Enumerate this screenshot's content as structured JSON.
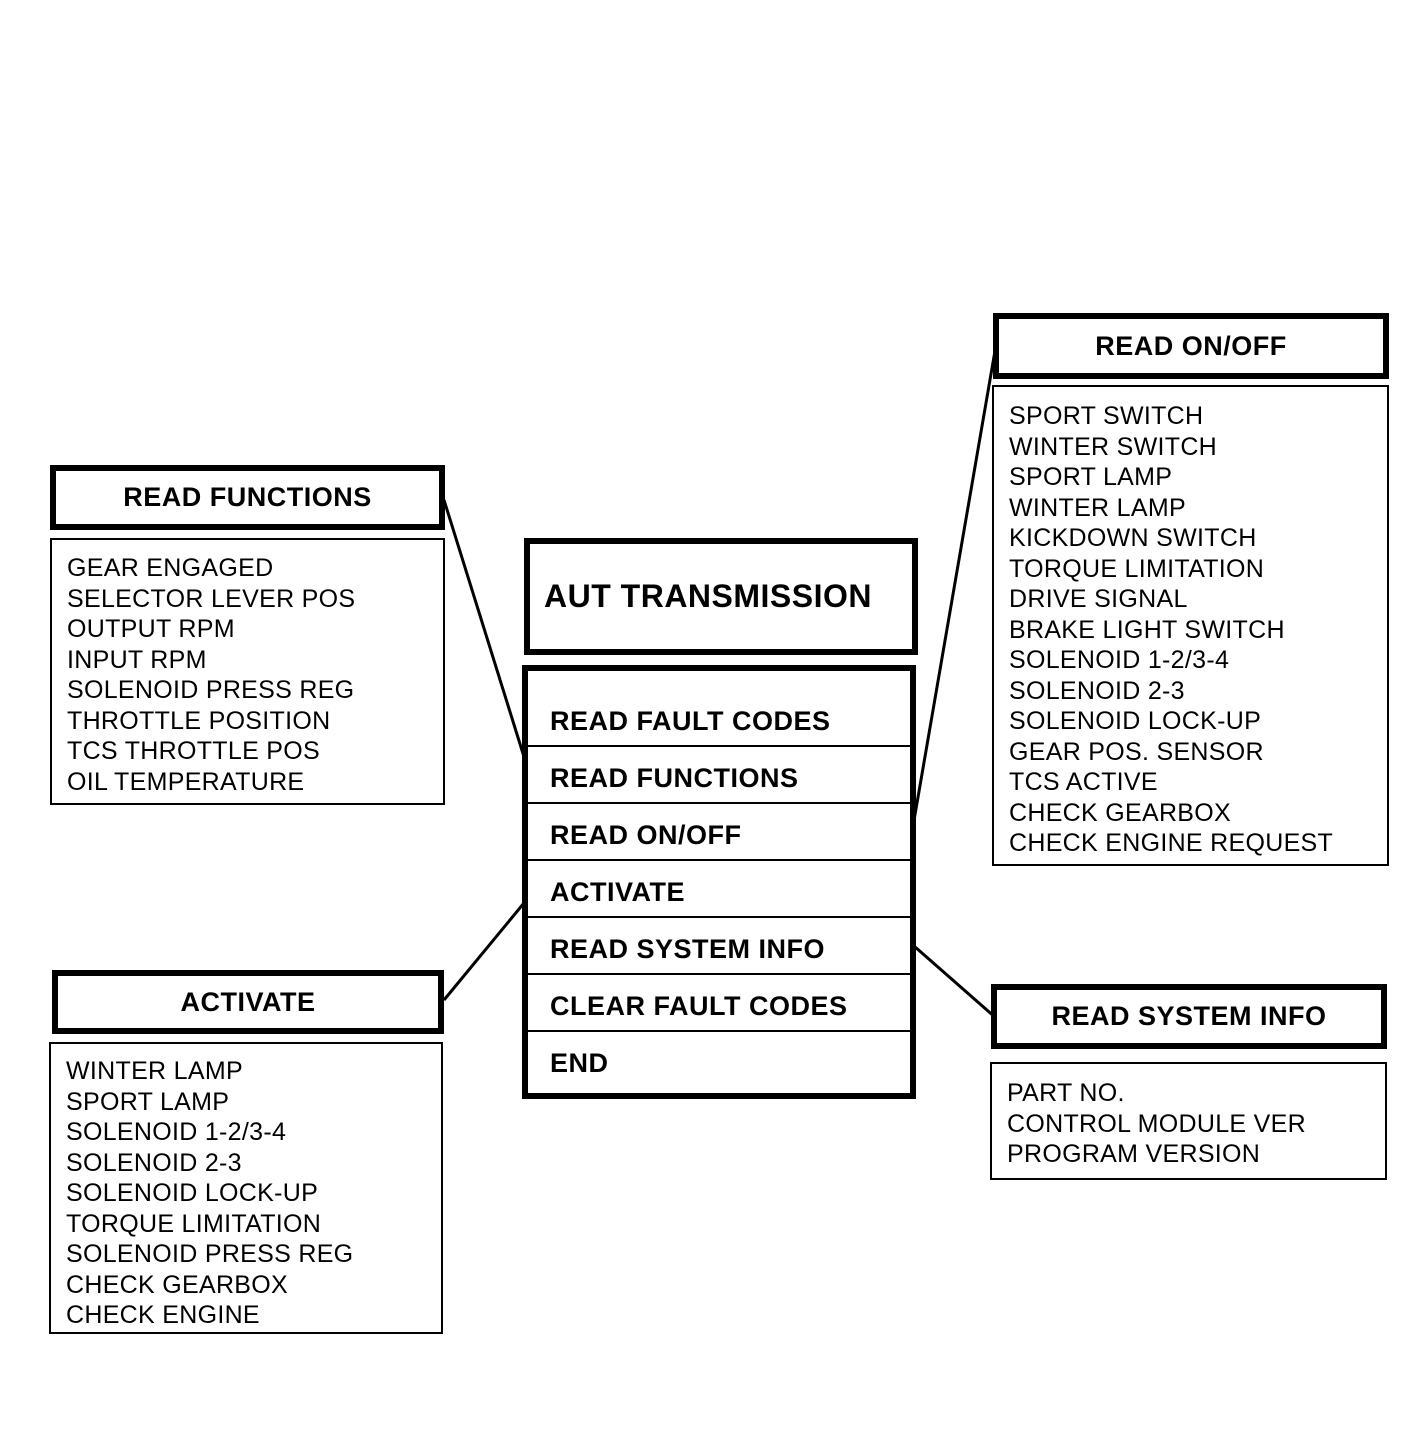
{
  "main": {
    "title": "AUT TRANSMISSION",
    "menu": [
      "READ FAULT CODES",
      "READ FUNCTIONS",
      "READ ON/OFF",
      "ACTIVATE",
      "READ SYSTEM INFO",
      "CLEAR FAULT CODES",
      "END"
    ]
  },
  "read_functions": {
    "title": "READ FUNCTIONS",
    "items": [
      "GEAR ENGAGED",
      "SELECTOR LEVER POS",
      "OUTPUT RPM",
      "INPUT RPM",
      "SOLENOID PRESS REG",
      "THROTTLE POSITION",
      "TCS THROTTLE POS",
      "OIL TEMPERATURE"
    ]
  },
  "activate": {
    "title": "ACTIVATE",
    "items": [
      "WINTER LAMP",
      "SPORT LAMP",
      "SOLENOID 1-2/3-4",
      "SOLENOID 2-3",
      "SOLENOID LOCK-UP",
      "TORQUE LIMITATION",
      "SOLENOID PRESS REG",
      "CHECK GEARBOX",
      "CHECK ENGINE"
    ]
  },
  "read_on_off": {
    "title": "READ ON/OFF",
    "items": [
      "SPORT SWITCH",
      "WINTER SWITCH",
      "SPORT LAMP",
      "WINTER LAMP",
      "KICKDOWN SWITCH",
      "TORQUE LIMITATION",
      "DRIVE SIGNAL",
      "BRAKE LIGHT SWITCH",
      "SOLENOID 1-2/3-4",
      "SOLENOID 2-3",
      "SOLENOID LOCK-UP",
      "GEAR POS. SENSOR",
      "TCS ACTIVE",
      "CHECK GEARBOX",
      "CHECK ENGINE REQUEST"
    ]
  },
  "read_system_info": {
    "title": "READ SYSTEM INFO",
    "items": [
      "PART NO.",
      "CONTROL MODULE VER",
      "PROGRAM VERSION"
    ]
  }
}
